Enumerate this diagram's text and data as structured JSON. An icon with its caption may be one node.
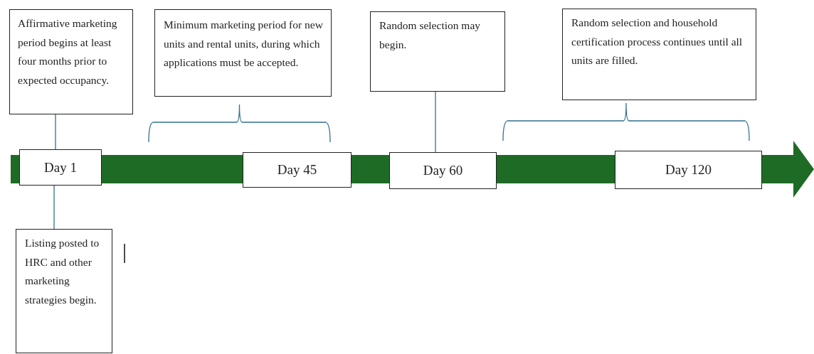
{
  "diagram": {
    "nodes": [
      {
        "text": [
          "Affirmative marketing period begins at least four months prior to expected occupancy."
        ]
      },
      {
        "text": [
          "Minimum marketing period for new units and rental units, during which applications must be accepted."
        ]
      },
      {
        "text": [
          "Random selection may begin."
        ]
      },
      {
        "text": [
          "Random selection and household certification process continues until all units are filled."
        ]
      },
      {
        "text": [
          "Day 1"
        ]
      },
      {
        "text": [
          "Day 45"
        ]
      },
      {
        "text": [
          "Day 60"
        ]
      },
      {
        "text": [
          "Day 120"
        ]
      },
      {
        "text": [
          "Listing posted to HRC and other marketing strategies begin."
        ]
      }
    ],
    "edges": [
      {
        "from": 0,
        "to": 4,
        "arrow": "none"
      },
      {
        "from": 2,
        "to": 6,
        "arrow": "none"
      },
      {
        "from": 4,
        "to": 8,
        "arrow": "none"
      }
    ]
  }
}
